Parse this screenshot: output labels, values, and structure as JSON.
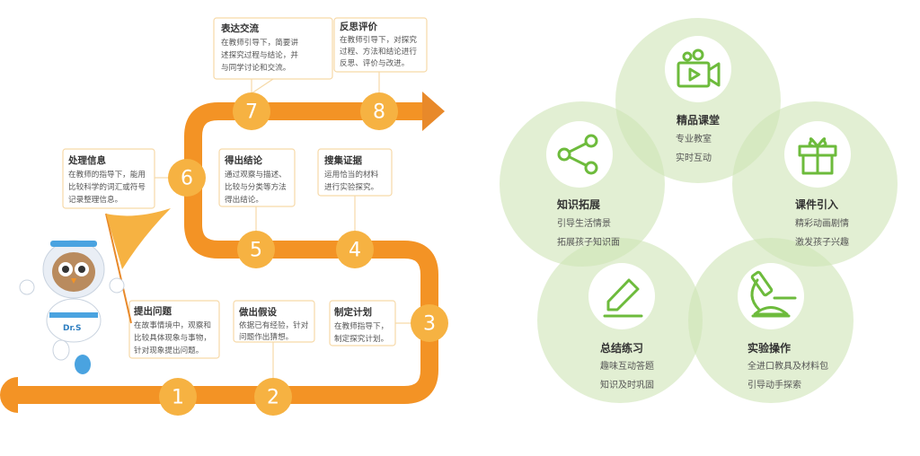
{
  "colors": {
    "path": "#f39325",
    "step_circle": "#f6b242",
    "green": "#6dbb3c",
    "green_circle": "#cfe5b6"
  },
  "steps": [
    {
      "num": "1",
      "title": "提出问题",
      "lines": [
        "在故事情境中，观察和",
        "比较具体现象与事物，",
        "针对现象提出问题。"
      ]
    },
    {
      "num": "2",
      "title": "做出假设",
      "lines": [
        "依据已有经验，针对",
        "问题作出猜想。"
      ]
    },
    {
      "num": "3",
      "title": "制定计划",
      "lines": [
        "在教师指导下，",
        "制定探究计划。"
      ]
    },
    {
      "num": "4",
      "title": "搜集证据",
      "lines": [
        "运用恰当的材料",
        "进行实验探究。"
      ]
    },
    {
      "num": "5",
      "title": "得出结论",
      "lines": [
        "通过观察与描述、",
        "比较与分类等方法",
        "得出结论。"
      ]
    },
    {
      "num": "6",
      "title": "处理信息",
      "lines": [
        "在教师的指导下，能用",
        "比较科学的词汇或符号",
        "记录整理信息。"
      ]
    },
    {
      "num": "7",
      "title": "表达交流",
      "lines": [
        "在教师引导下，简要讲",
        "述探究过程与结论，并",
        "与同学讨论和交流。"
      ]
    },
    {
      "num": "8",
      "title": "反思评价",
      "lines": [
        "在教师引导下，对探究",
        "过程、方法和结论进行",
        "反思、评价与改进。"
      ]
    }
  ],
  "mascot": {
    "badge": "Dr.S"
  },
  "features": [
    {
      "title": "精品课堂",
      "lines": [
        "专业教室",
        "实时互动"
      ],
      "icon": "video-camera-icon"
    },
    {
      "title": "课件引入",
      "lines": [
        "精彩动画剧情",
        "激发孩子兴趣"
      ],
      "icon": "gift-icon"
    },
    {
      "title": "实验操作",
      "lines": [
        "全进口教具及材料包",
        "引导动手探索"
      ],
      "icon": "microscope-icon"
    },
    {
      "title": "总结练习",
      "lines": [
        "趣味互动答题",
        "知识及时巩固"
      ],
      "icon": "pencil-icon"
    },
    {
      "title": "知识拓展",
      "lines": [
        "引导生活情景",
        "拓展孩子知识面"
      ],
      "icon": "share-icon"
    }
  ]
}
